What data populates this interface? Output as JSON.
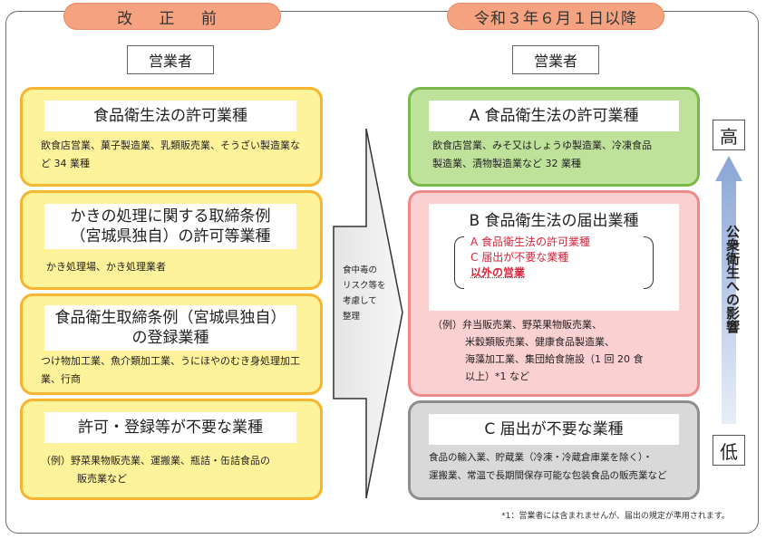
{
  "header": {
    "before_label": "改 正 前",
    "after_label": "令和３年６月１日以降"
  },
  "operators_label_left": "営業者",
  "operators_label_right": "営業者",
  "left": [
    {
      "title": "食品衛生法の許可業種",
      "desc": "飲食店営業、菓子製造業、乳類販売業、そうざい製造業など 34 業種"
    },
    {
      "title_line1": "かきの処理に関する取締条例",
      "title_line2": "（宮城県独自）の許可等業種",
      "desc": "かき処理場、かき処理業者"
    },
    {
      "title_line1": "食品衛生取締条例（宮城県独自）",
      "title_line2": "の登録業種",
      "desc": "つけ物加工業、魚介類加工業、うにほやのむき身処理加工業、行商"
    },
    {
      "title": "許可・登録等が不要な業種",
      "desc_line1": "（例）野菜果物販売業、運搬業、瓶詰・缶詰食品の",
      "desc_line2": "販売業など"
    }
  ],
  "arrow_text": [
    "食中毒の",
    "リスク等を",
    "考慮して",
    "整理"
  ],
  "right": {
    "a": {
      "title": "A 食品衛生法の許可業種",
      "desc_line1": "飲食店営業、みそ又はしょうゆ製造業、冷凍食品",
      "desc_line2": "製造業、漬物製造業など 32 業種"
    },
    "b": {
      "title": "B 食品衛生法の届出業種",
      "sub1": "A 食品衛生法の許可業種",
      "sub2": "C 届出が不要な業種",
      "sub3": "以外の営業",
      "desc_line1": "（例）弁当販売業、野菜果物販売業、",
      "desc_line2": "米穀類販売業、健康食品製造業、",
      "desc_line3": "海藻加工業、集団給食施設（1 回 20 食",
      "desc_line4": "以上）*1 など"
    },
    "c": {
      "title": "C 届出が不要な業種",
      "desc_line1": "食品の輸入業、貯蔵業（冷凍・冷蔵倉庫業を除く）・",
      "desc_line2": "運搬業、常温で長期間保存可能な包装食品の販売業など"
    }
  },
  "scale": {
    "high": "高",
    "low": "低",
    "label": "公衆衛生への影響"
  },
  "footnote": "*1：営業者には含まれませんが、届出の規定が準用されます。",
  "colors": {
    "tab": "#f4a27f",
    "yellow": "#fef29a",
    "green": "#bfe29b",
    "pink": "#fbd0d1",
    "gray": "#d9d9d9",
    "red_text": "#d8253b",
    "arrow_blue": "#9fb7dc"
  }
}
